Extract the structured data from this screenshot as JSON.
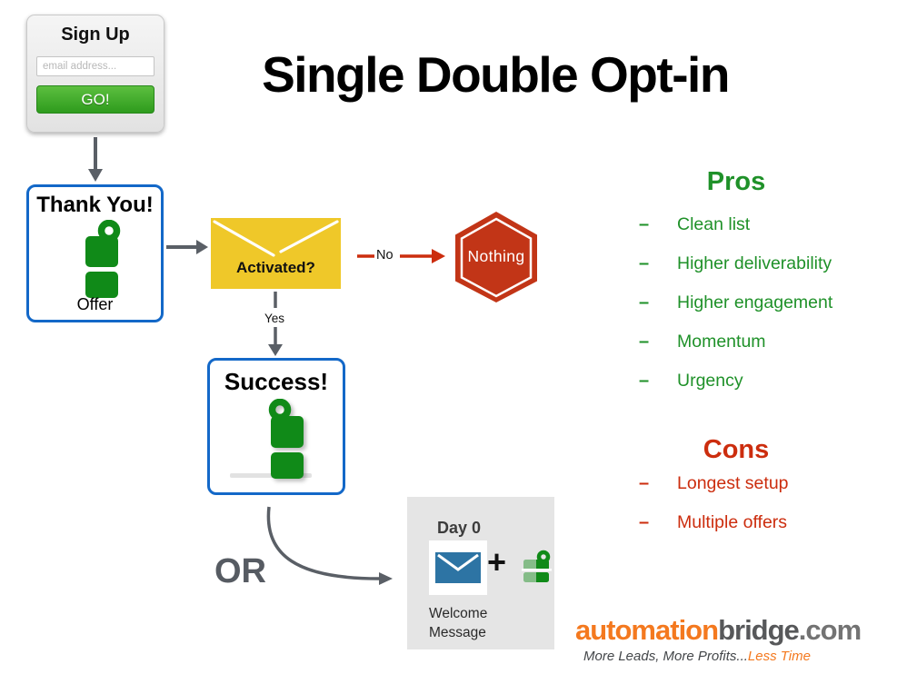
{
  "slide": {
    "title": "Single Double Opt-in"
  },
  "signup_card": {
    "title": "Sign Up",
    "email_input": {
      "placeholder": "email address...",
      "value": ""
    },
    "go_button": "GO!"
  },
  "flowchart": {
    "thank_you_node": {
      "title": "Thank You!",
      "caption": "Offer"
    },
    "activated_node": {
      "label": "Activated?"
    },
    "edge_no": "No",
    "edge_yes": "Yes",
    "nothing_node": {
      "label": "Nothing"
    },
    "success_node": {
      "title": "Success!"
    },
    "or_label": "OR",
    "day0_node": {
      "title": "Day 0",
      "plus_sign": "+",
      "caption": "Welcome Message"
    }
  },
  "pros_panel": {
    "heading": "Pros",
    "bullet": "–",
    "items": [
      "Clean list",
      "Higher deliverability",
      "Higher engagement",
      "Momentum",
      "Urgency"
    ]
  },
  "cons_panel": {
    "heading": "Cons",
    "bullet": "–",
    "items": [
      "Longest setup",
      "Multiple offers"
    ]
  },
  "branding": {
    "logo_automation": "automation",
    "logo_bridge": "bridge",
    "logo_dotcom": ".com",
    "tagline_gray": "More Leads, More Profits...",
    "tagline_orange": "Less Time"
  },
  "colors": {
    "pros_green": "#1f9129",
    "cons_red": "#cc2d0e",
    "hanger_green": "#108a18",
    "hexagon_red": "#c23517",
    "node_border_blue": "#1368c8",
    "envelope_yellow": "#efc829",
    "day0_envelope_blue": "#2d74a4",
    "arrow_gray": "#5a5f66",
    "logo_orange": "#f4791f",
    "logo_gray": "#57585a"
  }
}
